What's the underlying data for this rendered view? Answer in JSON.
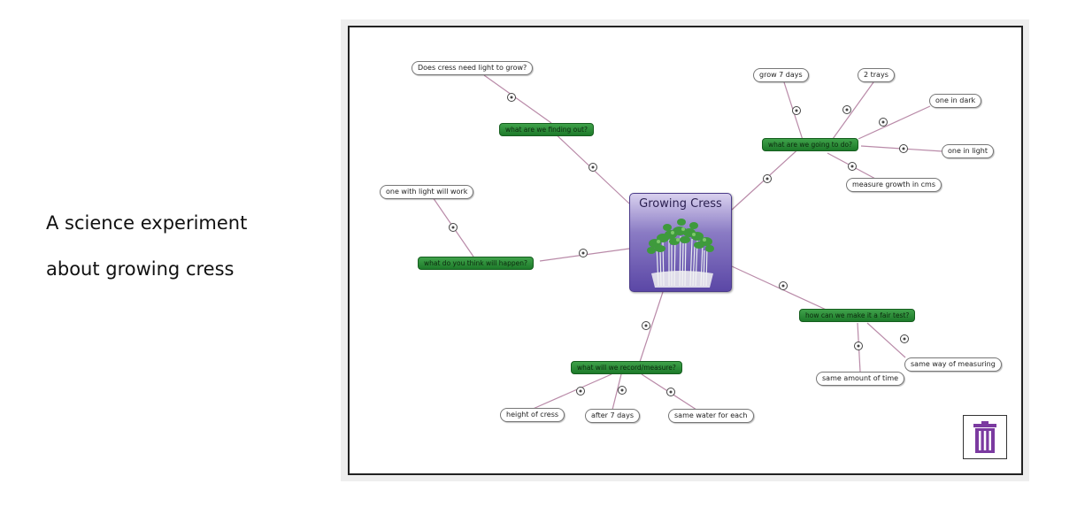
{
  "caption": {
    "line1": "A science experiment",
    "line2": "about growing cress"
  },
  "mindmap": {
    "center": "Growing Cress",
    "center_image": "cress-image",
    "branches": [
      {
        "id": "b1",
        "label": "what are we finding out?"
      },
      {
        "id": "b2",
        "label": "what are we going to do?"
      },
      {
        "id": "b3",
        "label": "what do you think will happen?"
      },
      {
        "id": "b4",
        "label": "how can we make it a fair test?"
      },
      {
        "id": "b5",
        "label": "what will we record/measure?"
      }
    ],
    "leaves": [
      {
        "id": "l1",
        "label": "Does cress need light to grow?"
      },
      {
        "id": "l2",
        "label": "grow 7 days"
      },
      {
        "id": "l3",
        "label": "2 trays"
      },
      {
        "id": "l4",
        "label": "one in dark"
      },
      {
        "id": "l5",
        "label": "one in light"
      },
      {
        "id": "l6",
        "label": "measure growth in cms"
      },
      {
        "id": "l7",
        "label": "one with light will work"
      },
      {
        "id": "l8",
        "label": "same way of measuring"
      },
      {
        "id": "l9",
        "label": "same amount of time"
      },
      {
        "id": "l10",
        "label": "height of cress"
      },
      {
        "id": "l11",
        "label": "after 7 days"
      },
      {
        "id": "l12",
        "label": "same water for each"
      }
    ]
  },
  "toolbar": {
    "trash_icon": "trash-icon"
  },
  "colors": {
    "branch": "#2e8b3a",
    "center": "#6a58b0",
    "link": "#b98aa8",
    "trash": "#7b3aa0"
  }
}
